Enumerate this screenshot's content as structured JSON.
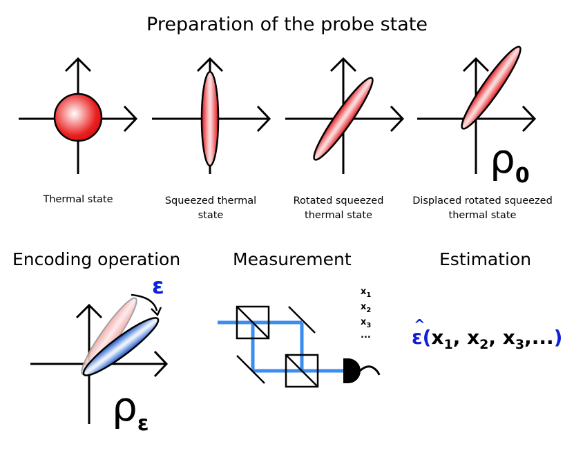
{
  "title": "Preparation of the probe state",
  "states": [
    {
      "caption_lines": [
        "Thermal state"
      ]
    },
    {
      "caption_lines": [
        "Squeezed thermal",
        "state"
      ]
    },
    {
      "caption_lines": [
        "Rotated squeezed",
        "thermal state"
      ]
    },
    {
      "caption_lines": [
        "Displaced rotated squeezed",
        "thermal state"
      ],
      "symbol": "ρ",
      "subscript": "0"
    }
  ],
  "encoding": {
    "title": "Encoding operation",
    "rotation_symbol": "ε",
    "symbol": "ρ",
    "subscript": "ε"
  },
  "measurement": {
    "title": "Measurement",
    "outcomes": [
      "x",
      "x",
      "x"
    ],
    "outcome_indices": [
      "1",
      "2",
      "3"
    ],
    "ellipsis": "..."
  },
  "estimation": {
    "title": "Estimation",
    "estimator": "ε",
    "args": [
      "x",
      "x",
      "x"
    ],
    "indices": [
      "1",
      "2",
      "3"
    ],
    "ellipsis": "...",
    "open_paren": "(",
    "close_paren": ")",
    "separator": ","
  },
  "colors": {
    "red": "#e8101a",
    "blue": "#1a5fd8",
    "beam": "#3a8ef0",
    "symbol_blue": "#1020d8"
  }
}
